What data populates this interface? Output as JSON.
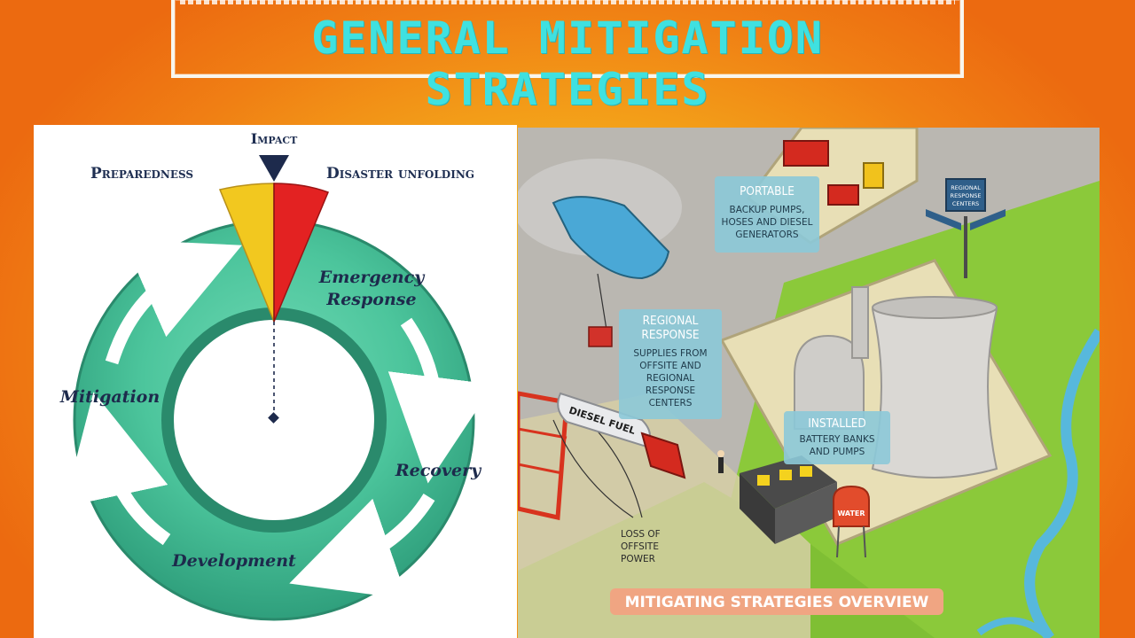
{
  "header": {
    "title": "GENERAL MITIGATION STRATEGIES"
  },
  "cycle": {
    "impact_label": "Impact",
    "preparedness_label": "Preparedness",
    "disaster_label": "Disaster unfolding",
    "phases": {
      "emergency_line1": "Emergency",
      "emergency_line2": "Response",
      "recovery": "Recovery",
      "development": "Development",
      "mitigation": "Mitigation"
    },
    "colors": {
      "ring": "#3cb08c",
      "preparedness": "#f2c81f",
      "disaster": "#e32222",
      "marker": "#1d2a4c"
    }
  },
  "illustration": {
    "portable": {
      "title": "PORTABLE",
      "lines": [
        "BACKUP PUMPS,",
        "HOSES AND DIESEL",
        "GENERATORS"
      ]
    },
    "regional": {
      "title_lines": [
        "REGIONAL",
        "RESPONSE"
      ],
      "lines": [
        "SUPPLIES FROM",
        "OFFSITE AND",
        "REGIONAL",
        "RESPONSE",
        "CENTERS"
      ]
    },
    "installed": {
      "title": "INSTALLED",
      "lines": [
        "BATTERY BANKS",
        "AND PUMPS"
      ]
    },
    "offsite_power": [
      "LOSS OF",
      "OFFSITE",
      "POWER"
    ],
    "signpost": [
      "REGIONAL",
      "RESPONSE",
      "CENTERS"
    ],
    "fuel_truck": "DIESEL FUEL",
    "water_tank": "WATER",
    "banner": "MITIGATING STRATEGIES OVERVIEW"
  }
}
